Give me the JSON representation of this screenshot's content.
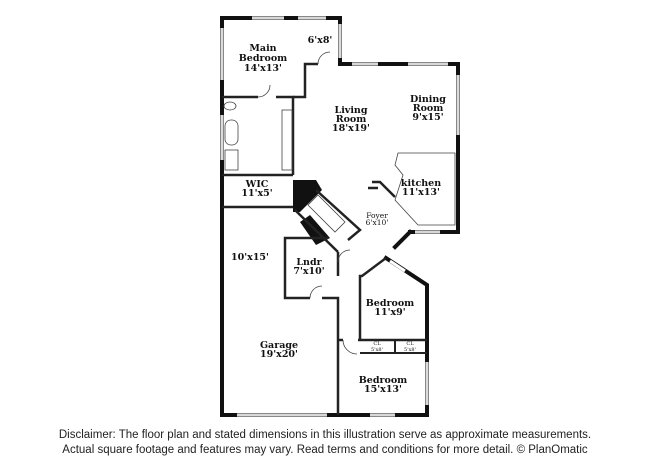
{
  "rooms": {
    "main_bedroom": {
      "name_line1": "Main",
      "name_line2": "Bedroom",
      "size": "14'x13'"
    },
    "closet_6x8": {
      "size": "6'x8'"
    },
    "living_room": {
      "name_line1": "Living",
      "name_line2": "Room",
      "size": "18'x19'"
    },
    "dining_room": {
      "name_line1": "Dining",
      "name_line2": "Room",
      "size": "9'x15'"
    },
    "kitchen": {
      "name": "kitchen",
      "size": "11'x13'"
    },
    "wic": {
      "name": "WIC",
      "size": "11'x5'"
    },
    "foyer": {
      "name": "Foyer",
      "size": "6'x10'"
    },
    "garage_annex": {
      "size": "10'x15'"
    },
    "laundry": {
      "name": "Lndr",
      "size": "7'x10'"
    },
    "garage": {
      "name": "Garage",
      "size": "19'x20'"
    },
    "bedroom_1": {
      "name": "Bedroom",
      "size": "11'x9'"
    },
    "closet_1": {
      "name": "CL",
      "size": "5'x8'"
    },
    "closet_2": {
      "name": "CL",
      "size": "5'x8'"
    },
    "bedroom_2": {
      "name": "Bedroom",
      "size": "15'x13'"
    }
  },
  "disclaimer": {
    "line1": "Disclaimer: The floor plan and stated dimensions in this illustration serve as approximate measurements.",
    "line2": "Actual square footage and features may vary. Read terms and conditions for more detail. © PlanOmatic"
  }
}
